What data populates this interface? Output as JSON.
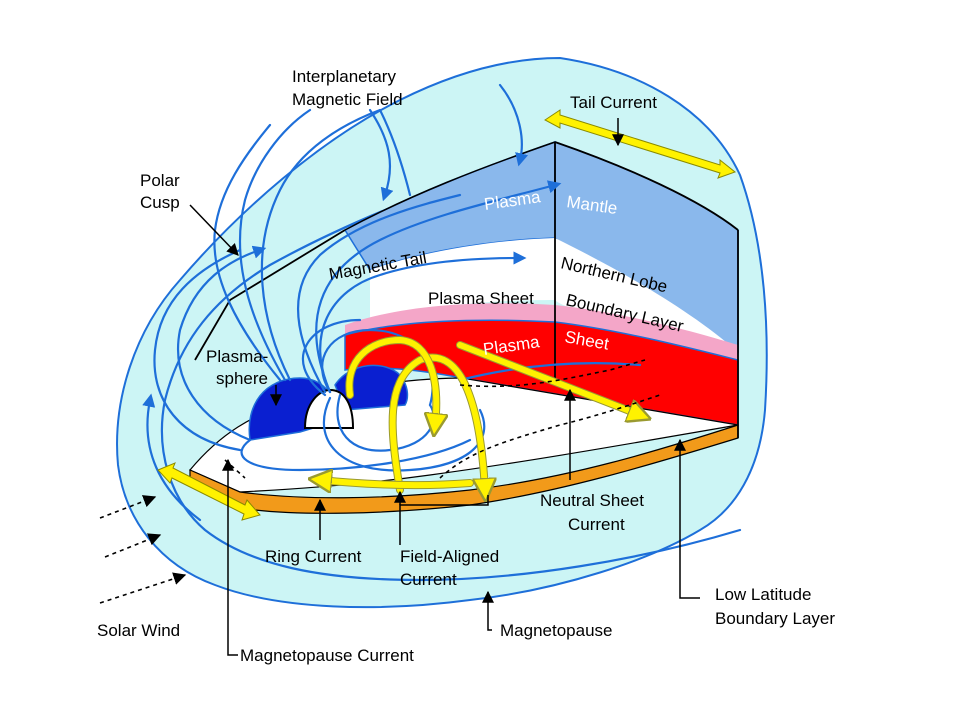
{
  "labels": {
    "interplanetary_field": [
      "Interplanetary",
      "Magnetic Field"
    ],
    "tail_current": "Tail Current",
    "polar_cusp": [
      "Polar",
      "Cusp"
    ],
    "plasma_mantle_left": "Plasma",
    "plasma_mantle_right": "Mantle",
    "magnetic_tail": "Magnetic Tail",
    "northern_lobe": "Northern Lobe",
    "plasma_sheet_top": "Plasma Sheet",
    "boundary_layer": "Boundary Layer",
    "plasma_sheet_left": "Plasma",
    "plasma_sheet_right": "Sheet",
    "plasmasphere": [
      "Plasma-",
      "sphere"
    ],
    "neutral_sheet_current": [
      "Neutral Sheet",
      "Current"
    ],
    "ring_current": "Ring Current",
    "field_aligned_current": [
      "Field-Aligned",
      "Current"
    ],
    "low_latitude_boundary_layer": [
      "Low Latitude",
      "Boundary Layer"
    ],
    "solar_wind": "Solar Wind",
    "magnetopause": "Magnetopause",
    "magnetopause_current": "Magnetopause Current"
  },
  "colors": {
    "magnetosheath": "#ccf5f5",
    "field_lines": "#1e6fd9",
    "plasma_mantle": "#8ab8ec",
    "plasma_sheet": "#ff0000",
    "boundary_layer": "#f4a6c8",
    "plasmasphere": "#0a1fd0",
    "low_latitude_layer": "#f29a1a",
    "currents": "#fff200"
  }
}
